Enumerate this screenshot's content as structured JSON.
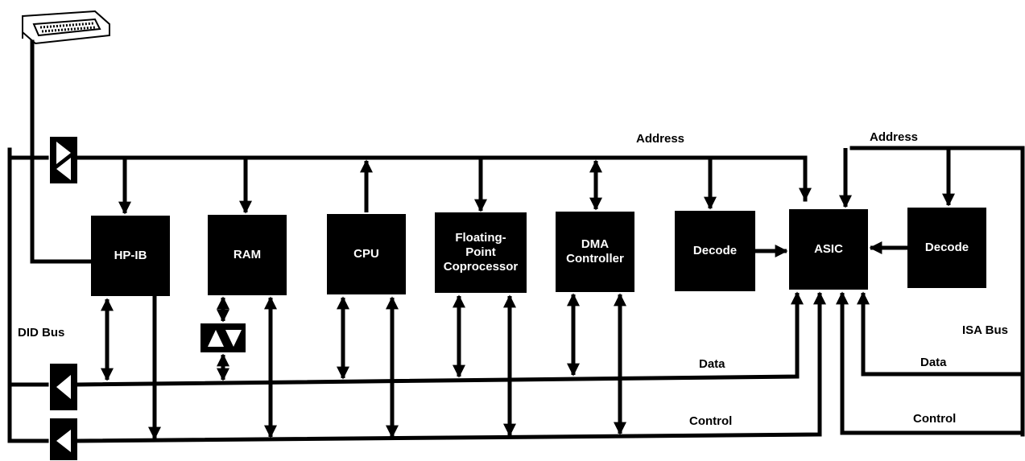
{
  "buses": {
    "did_label": "DID Bus",
    "isa_label": "ISA Bus",
    "address_left": "Address",
    "address_right": "Address",
    "data_left": "Data",
    "data_right": "Data",
    "control_left": "Control",
    "control_right": "Control"
  },
  "blocks": {
    "hpib": "HP-IB",
    "ram": "RAM",
    "cpu": "CPU",
    "fpu": "Floating-\nPoint\nCoprocessor",
    "dma": "DMA\nController",
    "decode_left": "Decode",
    "asic": "ASIC",
    "decode_right": "Decode"
  },
  "icons": {
    "connector": "hpib-connector-icon",
    "buffer": "bus-buffer-icon",
    "transceiver": "bidirectional-transceiver-icon"
  },
  "colors": {
    "line": "#000000",
    "block": "#000000",
    "block_text": "#ffffff",
    "background": "#ffffff"
  }
}
